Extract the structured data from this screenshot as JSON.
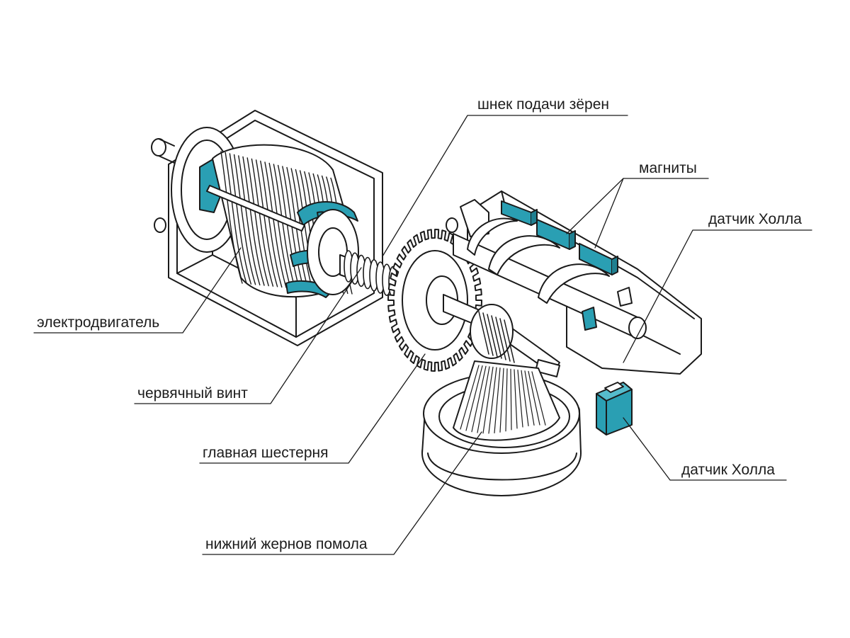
{
  "colors": {
    "accent": "#2a9fb3",
    "accent_dark": "#1f7f90",
    "line": "#1a1a1a",
    "fill": "#ffffff",
    "shade": "#f2f2f2"
  },
  "labels": {
    "motor": "электродвигатель",
    "worm": "червячный винт",
    "gear": "главная шестерня",
    "burr": "нижний жернов помола",
    "auger": "шнек подачи зёрен",
    "magnets": "магниты",
    "hall_top": "датчик Холла",
    "hall_bottom": "датчик Холла"
  },
  "components": [
    {
      "id": "electric-motor",
      "label": "электродвигатель"
    },
    {
      "id": "worm-screw",
      "label": "червячный винт"
    },
    {
      "id": "main-gear",
      "label": "главная шестерня"
    },
    {
      "id": "lower-burr",
      "label": "нижний жернов помола"
    },
    {
      "id": "bean-auger",
      "label": "шнек подачи зёрен"
    },
    {
      "id": "magnets",
      "label": "магниты"
    },
    {
      "id": "hall-sensor-mounted",
      "label": "датчик Холла"
    },
    {
      "id": "hall-sensor-loose",
      "label": "датчик Холла"
    }
  ]
}
